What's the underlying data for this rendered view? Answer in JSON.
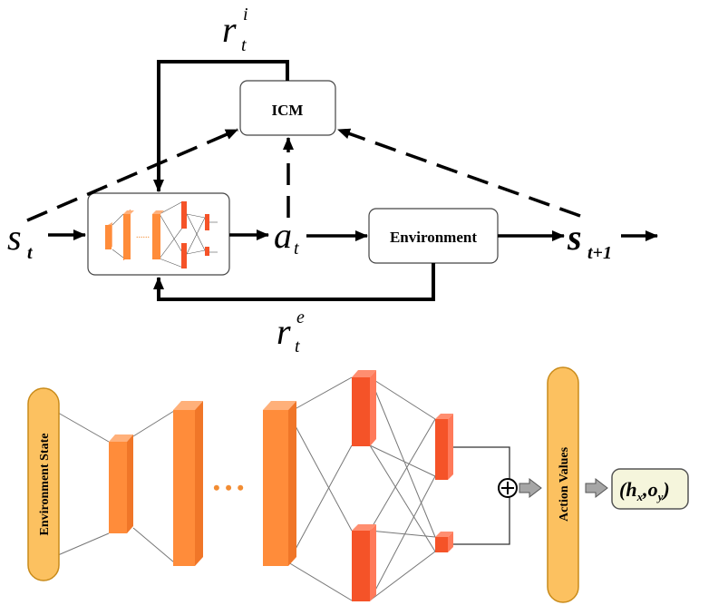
{
  "top": {
    "icm_label": "ICM",
    "env_label": "Environment",
    "state_in": {
      "base": "s",
      "sub": "t"
    },
    "action": {
      "base": "a",
      "sub": "t"
    },
    "state_next": {
      "base": "s",
      "sub": "t+1"
    },
    "reward_intrinsic": {
      "base": "r",
      "sub": "t",
      "sup": "i"
    },
    "reward_extrinsic": {
      "base": "r",
      "sub": "t",
      "sup": "e"
    }
  },
  "bottom": {
    "input_label": "Environment State",
    "output_label": "Action Values",
    "ellipsis": "• • •",
    "result": {
      "open": "(",
      "h": "h",
      "h_sub": "x",
      "comma": ",",
      "o": "o",
      "o_sub": "y",
      "close": ")"
    }
  },
  "colors": {
    "orange_front": "#FF8C3A",
    "orange_top": "#FFB07A",
    "orange_side": "#F07628",
    "red_front": "#F55328",
    "red_top": "#FF8E70",
    "red_side": "#FF7A5A",
    "pill_fill": "#FCC160",
    "pill_stroke": "#C98B1A",
    "result_fill": "#F5F5DC",
    "ellipsis": "#F28C33"
  }
}
